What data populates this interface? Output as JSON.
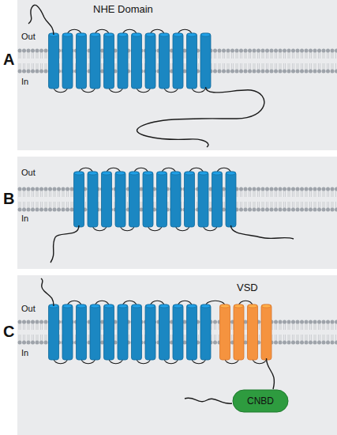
{
  "diagram": {
    "nodes": [
      {
        "text": [
          "CNBD"
        ]
      }
    ],
    "labels": [
      "NHE Domain",
      "A",
      "Out",
      "In",
      "B",
      "Out",
      "In",
      "C",
      "Out",
      "In",
      "VSD"
    ]
  }
}
